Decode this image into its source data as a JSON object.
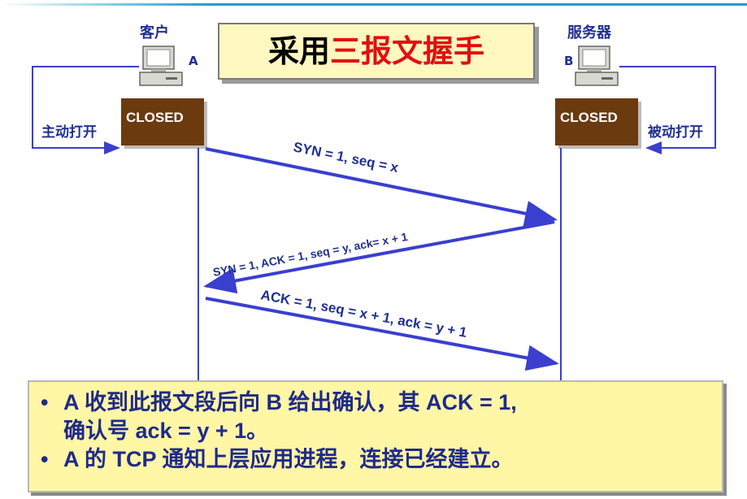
{
  "title": {
    "part1": "采用",
    "part2": "三报文握手"
  },
  "client": {
    "label": "客户",
    "letter": "A",
    "state": "CLOSED",
    "open_label": "主动打开"
  },
  "server": {
    "label": "服务器",
    "letter": "B",
    "state": "CLOSED",
    "open_label": "被动打开"
  },
  "messages": [
    {
      "text": "SYN = 1, seq = x"
    },
    {
      "text": "SYN = 1, ACK = 1, seq = y, ack= x + 1"
    },
    {
      "text": "ACK = 1, seq = x + 1, ack = y + 1"
    }
  ],
  "notes": {
    "bullet": "•",
    "line1": "A 收到此报文段后向 B 给出确认，其 ACK = 1,",
    "line2": "确认号 ack = y + 1。",
    "line3": "A 的 TCP 通知上层应用进程，连接已经建立。"
  },
  "colors": {
    "arrow": "#3a3fcf",
    "label_text": "#1f2f8f",
    "state_fill": "#6b3a0f",
    "title_red": "#e01010",
    "note_bg": "#fff6a6"
  }
}
